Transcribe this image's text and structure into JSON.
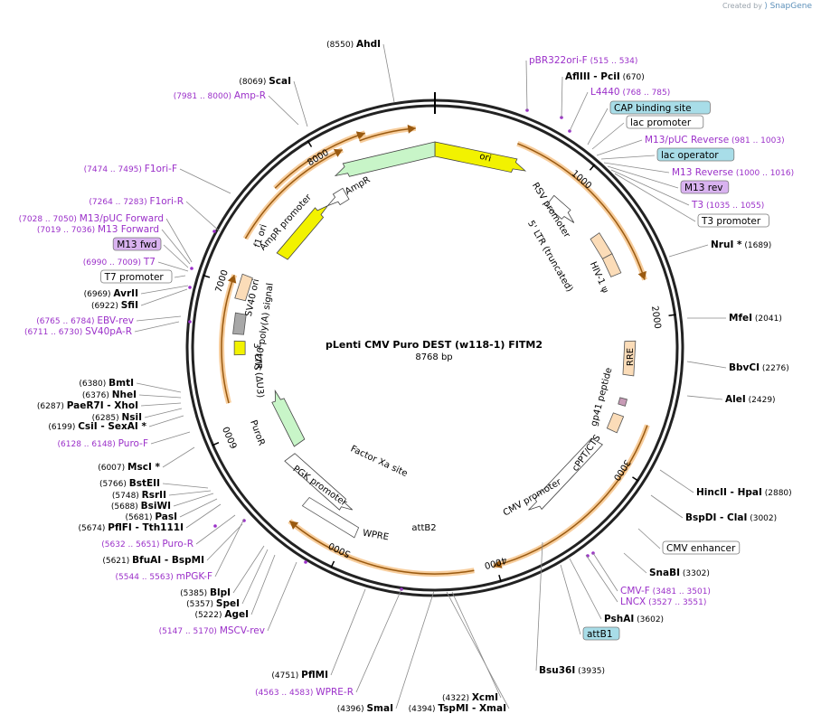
{
  "brand": {
    "created_by": "Created by",
    "app": "SnapGene"
  },
  "map": {
    "title": "pLenti CMV Puro DEST (w118-1) FITM2",
    "length": "8768 bp"
  },
  "colors": {
    "primer": "#9b30c9",
    "site": "#000000",
    "backbone": "#222222",
    "orf_fill": "#c8f5c8",
    "origin_fill": "#f2f200",
    "ltr_fill": "#fbdcb8",
    "promoter_fill": "#ffffff",
    "gene_arc": "#f0a44a",
    "feature_box_blue": "#a8dde8",
    "feature_box_purple": "#d9b3f0"
  },
  "ticks": [
    "1000",
    "2000",
    "3000",
    "4000",
    "5000",
    "6000",
    "7000",
    "8000"
  ],
  "arrow_labels": [
    "ori",
    "AmpR",
    "AmpR promoter",
    "f1 ori",
    "PuroR",
    "PGK promoter",
    "WPRE",
    "CMV promoter",
    "RSV promoter",
    "5' LTR (truncated)",
    "HIV-1 ψ",
    "RRE",
    "gp41 peptide",
    "cPPT/CTS",
    "SV40 ori",
    "SV40 poly(A) signal",
    "3' LTR (ΔU3)",
    "Factor Xa site",
    "attB2"
  ],
  "labels": {
    "left": [
      {
        "pos": "(8069)",
        "name": "ScaI",
        "kind": "site"
      },
      {
        "pos": "(7981 .. 8000)",
        "name": "Amp-R",
        "kind": "primer"
      },
      {
        "pos": "(7474 .. 7495)",
        "name": "F1ori-F",
        "kind": "primer"
      },
      {
        "pos": "(7264 .. 7283)",
        "name": "F1ori-R",
        "kind": "primer"
      },
      {
        "pos": "(7028 .. 7050)",
        "name": "M13/pUC Forward",
        "kind": "primer"
      },
      {
        "pos": "(7019 .. 7036)",
        "name": "M13 Forward",
        "kind": "primer"
      },
      {
        "pos": "",
        "name": "M13 fwd",
        "kind": "box_purple"
      },
      {
        "pos": "(6990 .. 7009)",
        "name": "T7",
        "kind": "primer"
      },
      {
        "pos": "",
        "name": "T7 promoter",
        "kind": "box_white"
      },
      {
        "pos": "(6969)",
        "name": "AvrII",
        "kind": "site"
      },
      {
        "pos": "(6922)",
        "name": "SfiI",
        "kind": "site"
      },
      {
        "pos": "(6765 .. 6784)",
        "name": "EBV-rev",
        "kind": "primer"
      },
      {
        "pos": "(6711 .. 6730)",
        "name": "SV40pA-R",
        "kind": "primer"
      },
      {
        "pos": "(6380)",
        "name": "BmtI",
        "kind": "site"
      },
      {
        "pos": "(6376)",
        "name": "NheI",
        "kind": "site"
      },
      {
        "pos": "(6287)",
        "name": "PaeR7I  - XhoI",
        "kind": "site"
      },
      {
        "pos": "(6285)",
        "name": "NsiI",
        "kind": "site"
      },
      {
        "pos": "(6199)",
        "name": "CsiI  - SexAI *",
        "kind": "site"
      },
      {
        "pos": "(6128 .. 6148)",
        "name": "Puro-F",
        "kind": "primer"
      },
      {
        "pos": "(6007)",
        "name": "MscI *",
        "kind": "site"
      },
      {
        "pos": "(5766)",
        "name": "BstEII",
        "kind": "site"
      },
      {
        "pos": "(5748)",
        "name": "RsrII",
        "kind": "site"
      },
      {
        "pos": "(5688)",
        "name": "BsiWI",
        "kind": "site"
      },
      {
        "pos": "(5681)",
        "name": "PasI",
        "kind": "site"
      },
      {
        "pos": "(5674)",
        "name": "PflFI  - Tth111I",
        "kind": "site"
      },
      {
        "pos": "(5632 .. 5651)",
        "name": "Puro-R",
        "kind": "primer"
      },
      {
        "pos": "(5621)",
        "name": "BfuAI  - BspMI",
        "kind": "site"
      },
      {
        "pos": "(5544 .. 5563)",
        "name": "mPGK-F",
        "kind": "primer"
      },
      {
        "pos": "(5385)",
        "name": "BlpI",
        "kind": "site"
      },
      {
        "pos": "(5357)",
        "name": "SpeI",
        "kind": "site"
      },
      {
        "pos": "(5222)",
        "name": "AgeI",
        "kind": "site"
      },
      {
        "pos": "(5147 .. 5170)",
        "name": "MSCV-rev",
        "kind": "primer"
      }
    ],
    "right": [
      {
        "pos": "(515 .. 534)",
        "name": "pBR322ori-F",
        "kind": "primer"
      },
      {
        "pos": "(670)",
        "name": "AflIII  - PciI",
        "kind": "site"
      },
      {
        "pos": "(768 .. 785)",
        "name": "L4440",
        "kind": "primer"
      },
      {
        "pos": "",
        "name": "CAP binding site",
        "kind": "box_blue"
      },
      {
        "pos": "",
        "name": "lac promoter",
        "kind": "box_white"
      },
      {
        "pos": "(981 .. 1003)",
        "name": "M13/pUC Reverse",
        "kind": "primer"
      },
      {
        "pos": "",
        "name": "lac operator",
        "kind": "box_blue"
      },
      {
        "pos": "(1000 .. 1016)",
        "name": "M13 Reverse",
        "kind": "primer"
      },
      {
        "pos": "",
        "name": "M13 rev",
        "kind": "box_purple"
      },
      {
        "pos": "(1035 .. 1055)",
        "name": "T3",
        "kind": "primer"
      },
      {
        "pos": "",
        "name": "T3 promoter",
        "kind": "box_white"
      },
      {
        "pos": "(1689)",
        "name": "NruI *",
        "kind": "site"
      },
      {
        "pos": "(2041)",
        "name": "MfeI",
        "kind": "site"
      },
      {
        "pos": "(2276)",
        "name": "BbvCI",
        "kind": "site"
      },
      {
        "pos": "(2429)",
        "name": "AleI",
        "kind": "site"
      },
      {
        "pos": "(2880)",
        "name": "HincII  - HpaI",
        "kind": "site"
      },
      {
        "pos": "(3002)",
        "name": "BspDI  - ClaI",
        "kind": "site"
      },
      {
        "pos": "",
        "name": "CMV enhancer",
        "kind": "box_white"
      },
      {
        "pos": "(3302)",
        "name": "SnaBI",
        "kind": "site"
      },
      {
        "pos": "(3481 .. 3501)",
        "name": "CMV-F",
        "kind": "primer"
      },
      {
        "pos": "(3527 .. 3551)",
        "name": "LNCX",
        "kind": "primer"
      },
      {
        "pos": "(3602)",
        "name": "PshAI",
        "kind": "site"
      },
      {
        "pos": "",
        "name": "attB1",
        "kind": "box_blue"
      },
      {
        "pos": "(3935)",
        "name": "Bsu36I",
        "kind": "site"
      }
    ],
    "bottom": [
      {
        "pos": "(8550)",
        "name": "AhdI",
        "kind": "site"
      },
      {
        "pos": "(4751)",
        "name": "PflMI",
        "kind": "site"
      },
      {
        "pos": "(4563 .. 4583)",
        "name": "WPRE-R",
        "kind": "primer"
      },
      {
        "pos": "(4396)",
        "name": "SmaI",
        "kind": "site"
      },
      {
        "pos": "(4322)",
        "name": "XcmI",
        "kind": "site"
      },
      {
        "pos": "(4394)",
        "name": "TspMI  - XmaI",
        "kind": "site"
      }
    ]
  }
}
